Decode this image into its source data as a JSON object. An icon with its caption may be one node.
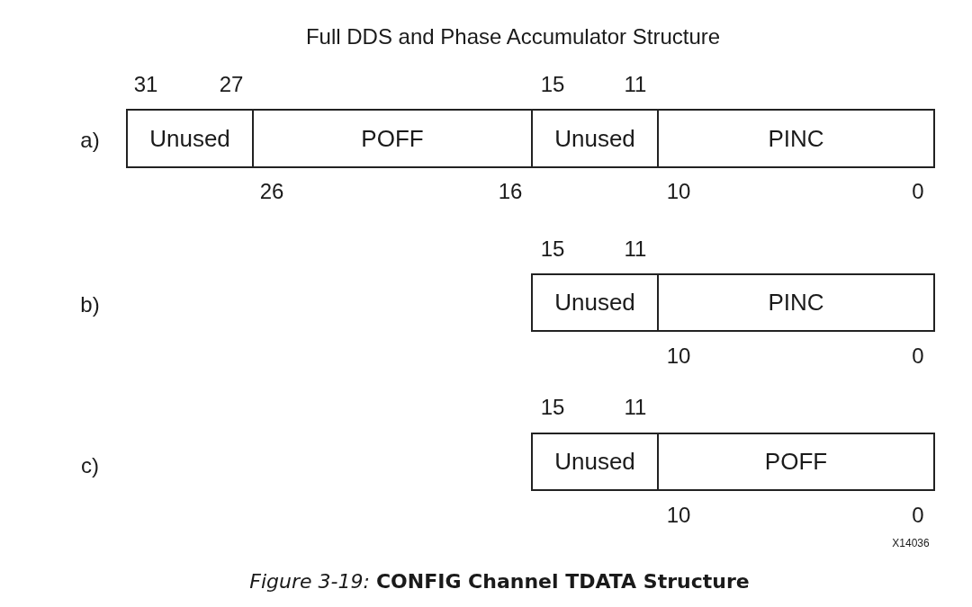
{
  "diagram": {
    "title": "Full DDS and Phase Accumulator Structure",
    "caption": "*Figure 3-19:* **CONFIG Channel TDATA Structure**",
    "nodes": [
      {
        "text": [
          "Unused"
        ]
      },
      {
        "text": [
          "POFF"
        ]
      },
      {
        "text": [
          "Unused"
        ]
      },
      {
        "text": [
          "PINC"
        ]
      },
      {
        "text": [
          "Unused"
        ]
      },
      {
        "text": [
          "PINC"
        ]
      },
      {
        "text": [
          "Unused"
        ]
      },
      {
        "text": [
          "POFF"
        ]
      }
    ],
    "labels": [
      "31",
      "27",
      "15",
      "11",
      "a)",
      "26",
      "16",
      "10",
      "0",
      "15",
      "11",
      "b)",
      "10",
      "0",
      "15",
      "11",
      "c)",
      "10",
      "0",
      "X14036"
    ]
  }
}
